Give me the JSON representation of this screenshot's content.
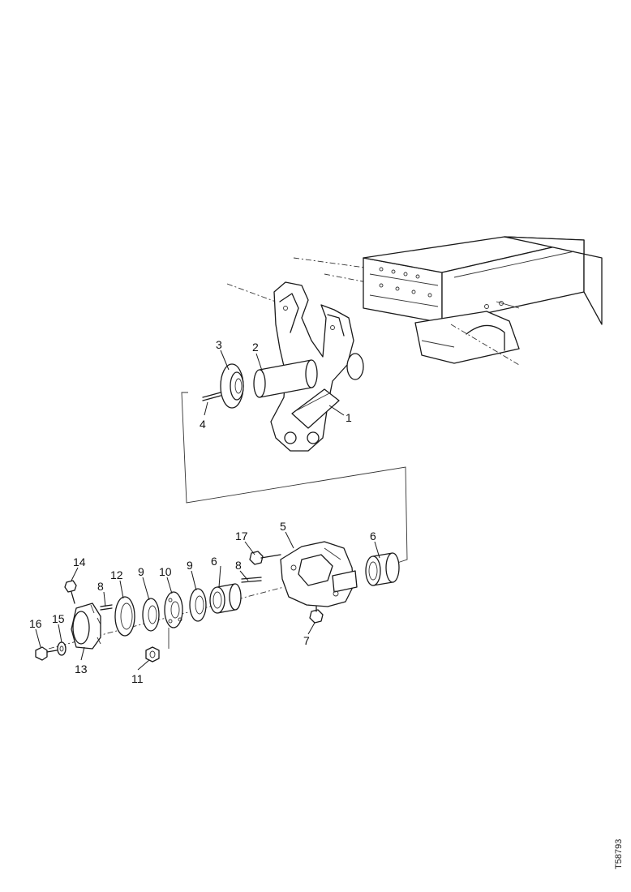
{
  "drawing_ref": "T58793",
  "callouts": {
    "c1": "1",
    "c2": "2",
    "c3": "3",
    "c4": "4",
    "c5": "5",
    "c6a": "6",
    "c6b": "6",
    "c7": "7",
    "c8a": "8",
    "c8b": "8",
    "c9a": "9",
    "c9b": "9",
    "c10": "10",
    "c11": "11",
    "c12": "12",
    "c13": "13",
    "c14": "14",
    "c15": "15",
    "c16": "16",
    "c17": "17"
  }
}
